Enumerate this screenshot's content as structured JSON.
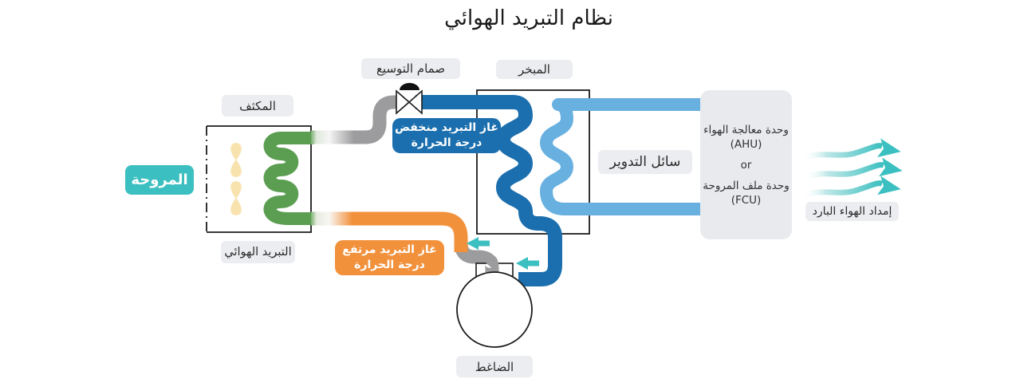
{
  "title": "نظام التبريد الهوائي",
  "labels": {
    "expansion_valve": "صمام التوسيع",
    "evaporator": "المبخر",
    "condenser": "المكثف",
    "fan": "المروحة",
    "air_cooling": "التبريد الهوائي",
    "circulating_fluid": "سائل التدوير",
    "compressor": "الضاغط",
    "cold_air_supply": "إمداد الهواء البارد"
  },
  "callouts": {
    "low_temp_gas": {
      "line1": "غاز التبريد منخفض",
      "line2": "درجة الحرارة"
    },
    "high_temp_gas": {
      "line1": "غاز التبريد مرتفع",
      "line2": "درجة الحرارة"
    }
  },
  "ahu_unit": {
    "line1": "وحدة معالجة الهواء",
    "line2": "(AHU)",
    "line3": "or",
    "line4": "وحدة ملف المروحة",
    "line5": "(FCU)"
  },
  "icons": {
    "valve": "expansion-valve-icon",
    "compressor": "compressor-icon",
    "fan_blades": "fan-blades-icon",
    "condenser_coil": "condenser-coil-icon",
    "evaporator_coils": "evaporator-coils-icon",
    "cold_air": "cold-air-arrows-icon",
    "flow": "flow-arrow-icon"
  },
  "colors": {
    "dark_blue": "#1b6fae",
    "light_blue": "#68b0e0",
    "green": "#5b9e52",
    "orange": "#f2913c",
    "gray_pipe": "#9c9c9e",
    "teal": "#3bbfc0",
    "label_bg": "#ecedf0",
    "unit_bg": "#e8eaee",
    "blade": "#f8e3ae",
    "text": "#2b2b2b",
    "outline": "#1c1c1c"
  }
}
